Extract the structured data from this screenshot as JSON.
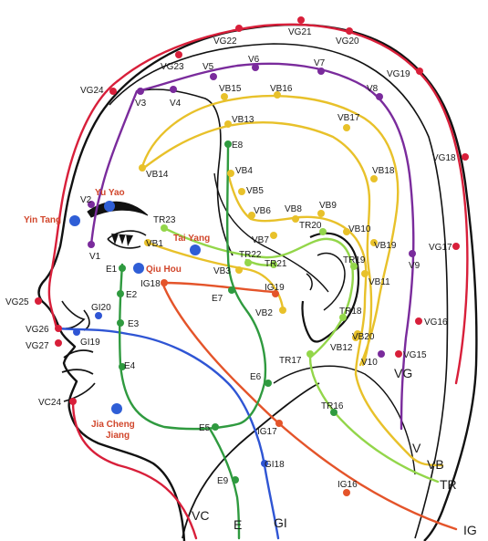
{
  "meridians": {
    "VG": {
      "label": "VG",
      "color": "#d81f3a"
    },
    "V": {
      "label": "V",
      "color": "#7a2b9c"
    },
    "VB": {
      "label": "VB",
      "color": "#e8c12a"
    },
    "TR": {
      "label": "TR",
      "color": "#93d64a"
    },
    "IG": {
      "label": "IG",
      "color": "#e4542a"
    },
    "GI": {
      "label": "GI",
      "color": "#2f55d4"
    },
    "E": {
      "label": "E",
      "color": "#2f9a3f"
    },
    "VC": {
      "label": "VC",
      "color": "#d81f3a"
    }
  },
  "points": {
    "VG15": "VG15",
    "VG16": "VG16",
    "VG17": "VG17",
    "VG18": "VG18",
    "VG19": "VG19",
    "VG20": "VG20",
    "VG21": "VG21",
    "VG22": "VG22",
    "VG23": "VG23",
    "VG24": "VG24",
    "VG25": "VG25",
    "VG26": "VG26",
    "VG27": "VG27",
    "VC24": "VC24",
    "V1": "V1",
    "V2": "V2",
    "V3": "V3",
    "V4": "V4",
    "V5": "V5",
    "V6": "V6",
    "V7": "V7",
    "V8": "V8",
    "V9": "V9",
    "V10": "V10",
    "VB1": "VB1",
    "VB2": "VB2",
    "VB3": "VB3",
    "VB4": "VB4",
    "VB5": "VB5",
    "VB6": "VB6",
    "VB7": "VB7",
    "VB8": "VB8",
    "VB9": "VB9",
    "VB10": "VB10",
    "VB11": "VB11",
    "VB12": "VB12",
    "VB13": "VB13",
    "VB14": "VB14",
    "VB15": "VB15",
    "VB16": "VB16",
    "VB17": "VB17",
    "VB18": "VB18",
    "VB19": "VB19",
    "VB20": "VB20",
    "TR16": "TR16",
    "TR17": "TR17",
    "TR18": "TR18",
    "TR19": "TR19",
    "TR20": "TR20",
    "TR21": "TR21",
    "TR22": "TR22",
    "TR23": "TR23",
    "IG16": "IG16",
    "IG17": "IG17",
    "IG18": "IG18",
    "IG19": "IG19",
    "GI18": "GI18",
    "GI19": "GI19",
    "GI20": "GI20",
    "E1": "E1",
    "E2": "E2",
    "E3": "E3",
    "E4": "E4",
    "E5": "E5",
    "E6": "E6",
    "E7": "E7",
    "E8": "E8",
    "E9": "E9"
  },
  "extra_points": {
    "yin_tang": "Yin Tang",
    "yu_yao": "Yu Yao",
    "tai_yang": "Tai Yang",
    "qiu_hou": "Qiu Hou",
    "jia_cheng_jiang_1": "Jia Cheng",
    "jia_cheng_jiang_2": "Jiang"
  },
  "colors": {
    "head_outline": "#111111",
    "extra_point": "#2f5ed6",
    "extra_label": "#d1462b"
  }
}
